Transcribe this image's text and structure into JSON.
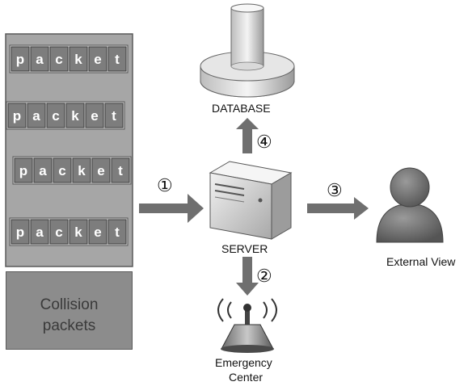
{
  "packet_letters": [
    "p",
    "a",
    "c",
    "k",
    "e",
    "t"
  ],
  "packet_rows": 4,
  "collision": {
    "line1": "Collision",
    "line2": "packets"
  },
  "labels": {
    "database": "DATABASE",
    "server": "SERVER",
    "external_view": "External View",
    "emergency_line1": "Emergency",
    "emergency_line2": "Center"
  },
  "steps": {
    "s1": "①",
    "s2": "②",
    "s3": "③",
    "s4": "④"
  },
  "colors": {
    "stack_fill": "#a6a6a6",
    "tile_fill": "#7d7d7d",
    "arrow": "#6f6f6f",
    "person": "#7f7f7f"
  }
}
